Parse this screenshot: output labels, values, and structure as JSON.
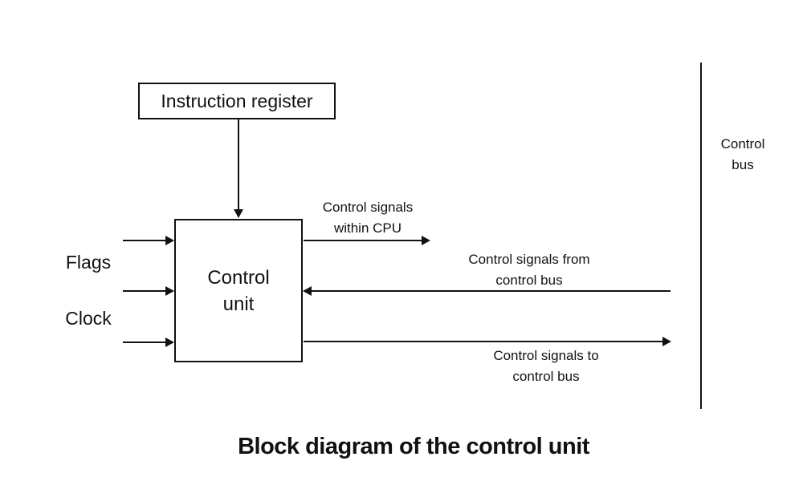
{
  "diagram": {
    "boxes": {
      "instruction_register": "Instruction register",
      "control_unit": "Control\nunit"
    },
    "inputs": {
      "flags": "Flags",
      "clock": "Clock"
    },
    "signal_labels": {
      "within_cpu": "Control signals\nwithin CPU",
      "from_control_bus": "Control signals from\ncontrol bus",
      "to_control_bus": "Control signals to\ncontrol bus"
    },
    "control_bus_label": "Control\nbus",
    "caption": "Block diagram of the control unit",
    "colors": {
      "line": "#111111",
      "background": "#ffffff",
      "text": "#111111"
    }
  }
}
